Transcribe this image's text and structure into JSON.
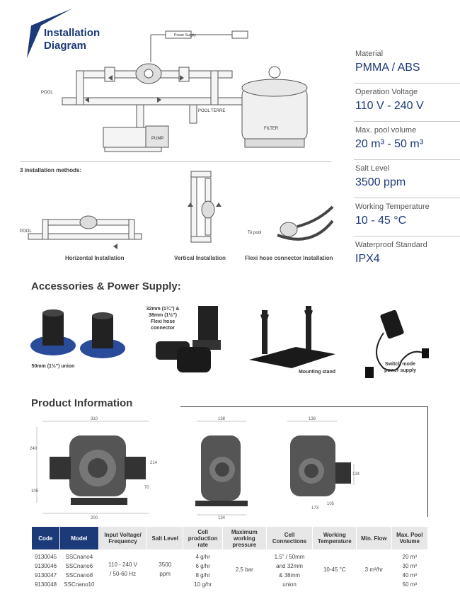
{
  "header": {
    "title_line1": "Installation",
    "title_line2": "Diagram"
  },
  "specs": [
    {
      "label": "Material",
      "value": "PMMA / ABS"
    },
    {
      "label": "Operation Voltage",
      "value": "110 V - 240 V"
    },
    {
      "label": "Max. pool volume",
      "value": "20 m³ - 50 m³"
    },
    {
      "label": "Salt Level",
      "value": "3500 ppm"
    },
    {
      "label": "Working Temperature",
      "value": "10 - 45 °C"
    },
    {
      "label": "Waterproof Standard",
      "value": "IPX4"
    }
  ],
  "diagram": {
    "power_supply": "Power Supply",
    "pool": "POOL",
    "pool_terre": "POOL TERRE",
    "filter": "FILTER",
    "pump": "PUMP"
  },
  "methods": {
    "title": "3 installation methods:",
    "pool": "POOL",
    "to_pool": "To pool",
    "horizontal": "Horizontal Installation",
    "vertical": "Vertical Installation",
    "flexi": "Flexi hose connector Installation"
  },
  "accessories": {
    "title": "Accessories & Power Supply:",
    "union": "50mm (1½\") union",
    "flexi_line1": "32mm (1¼\") &",
    "flexi_line2": "38mm (1½\")",
    "flexi_line3": "Flexi hose connector",
    "stand": "Mounting stand",
    "psu_line1": "Switch mode",
    "psu_line2": "power supply"
  },
  "product": {
    "title": "Product Information",
    "dims": {
      "w310": "310",
      "h240": "240",
      "h105": "105",
      "d214": "214",
      "d70": "70",
      "w200": "200",
      "w138a": "138",
      "w134": "134",
      "w138b": "138",
      "h134": "134",
      "w105": "105",
      "w173": "173"
    }
  },
  "table": {
    "headers": [
      "Code",
      "Model",
      "Input Voltage/ Frequency",
      "Salt Level",
      "Cell production rate",
      "Maximum working pressure",
      "Cell Connections",
      "Working Temperature",
      "Min. Flow",
      "Max. Pool Volume"
    ],
    "codes": [
      "9130045",
      "9130046",
      "9130047",
      "9130048"
    ],
    "models": [
      "SSCnano4",
      "SSCnano6",
      "SSCnano8",
      "SSCnano10"
    ],
    "voltage_line1": "110 - 240 V",
    "voltage_line2": "/ 50-60 Hz",
    "salt_line1": "3500",
    "salt_line2": "ppm",
    "rates": [
      "4 g/hr",
      "6 g/hr",
      "8 g/hr",
      "10 g/hr"
    ],
    "pressure": "2.5 bar",
    "conn_line1": "1.5\" / 50mm",
    "conn_line2": "and 32mm",
    "conn_line3": "& 38mm",
    "conn_line4": "union",
    "temp": "10-45 °C",
    "flow": "3 m³/hr",
    "volumes": [
      "20 m³",
      "30 m³",
      "40 m³",
      "50 m³"
    ]
  }
}
